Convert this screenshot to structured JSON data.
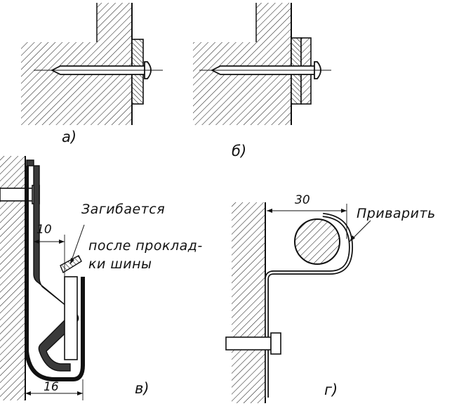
{
  "figure": {
    "panels": [
      {
        "id": "a",
        "caption": "a)"
      },
      {
        "id": "b",
        "caption": "б)"
      },
      {
        "id": "v",
        "caption": "в)"
      },
      {
        "id": "g",
        "caption": "г)"
      }
    ],
    "annotations": {
      "bend_line1": "Загибается",
      "bend_line2": "после проклад-",
      "bend_line3": "ки шины",
      "weld": "Приварить"
    },
    "dimensions": {
      "gap_top": "10",
      "width_bottom": "16",
      "offset": "30"
    }
  }
}
